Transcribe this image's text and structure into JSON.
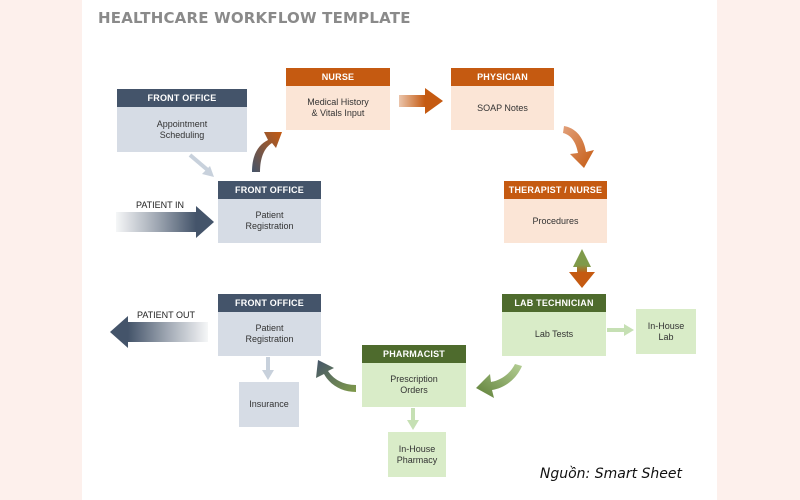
{
  "title": "HEALTHCARE WORKFLOW TEMPLATE",
  "source": "Nguồn: Smart Sheet",
  "io": {
    "patient_in": "PATIENT IN",
    "patient_out": "PATIENT OUT"
  },
  "nodes": {
    "front_office_appointment": {
      "role": "FRONT OFFICE",
      "text": "Appointment\nScheduling"
    },
    "front_office_registration_in": {
      "role": "FRONT OFFICE",
      "text": "Patient\nRegistration"
    },
    "nurse": {
      "role": "NURSE",
      "text": "Medical History\n& Vitals Input"
    },
    "physician": {
      "role": "PHYSICIAN",
      "text": "SOAP Notes"
    },
    "therapist_nurse": {
      "role": "THERAPIST / NURSE",
      "text": "Procedures"
    },
    "lab_technician": {
      "role": "LAB TECHNICIAN",
      "text": "Lab Tests"
    },
    "in_house_lab": {
      "text": "In-House\nLab"
    },
    "pharmacist": {
      "role": "PHARMACIST",
      "text": "Prescription\nOrders"
    },
    "in_house_pharmacy": {
      "text": "In-House\nPharmacy"
    },
    "front_office_registration_out": {
      "role": "FRONT OFFICE",
      "text": "Patient\nRegistration"
    },
    "insurance": {
      "text": "Insurance"
    }
  },
  "colors": {
    "navy_header": "#44546a",
    "navy_body": "#d6dce5",
    "orange_header": "#c55a11",
    "orange_body": "#fbe5d6",
    "green_header": "#4e6b2d",
    "green_body": "#d9ecc8",
    "background": "#fdf0ec"
  }
}
